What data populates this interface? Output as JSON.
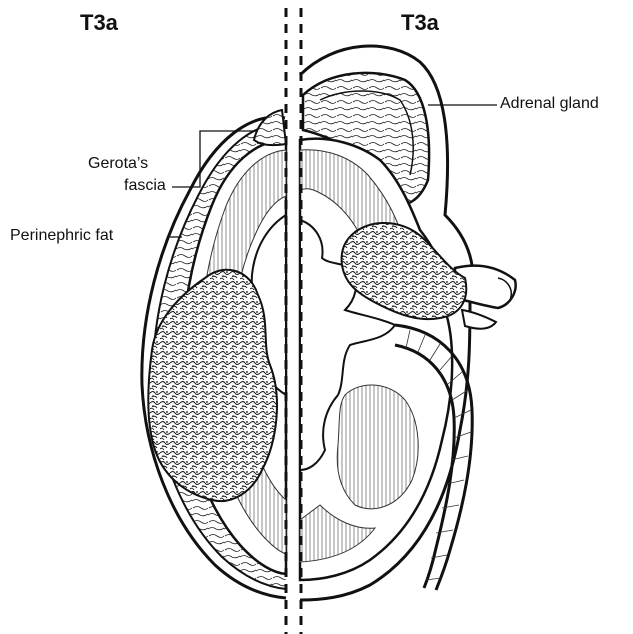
{
  "figure": {
    "left_title": "T3a",
    "right_title": "T3a",
    "labels": {
      "adrenal_gland": "Adrenal gland",
      "gerotas_line1": "Gerota’s",
      "gerotas_line2": "fascia",
      "perinephric_fat": "Perinephric fat"
    }
  }
}
